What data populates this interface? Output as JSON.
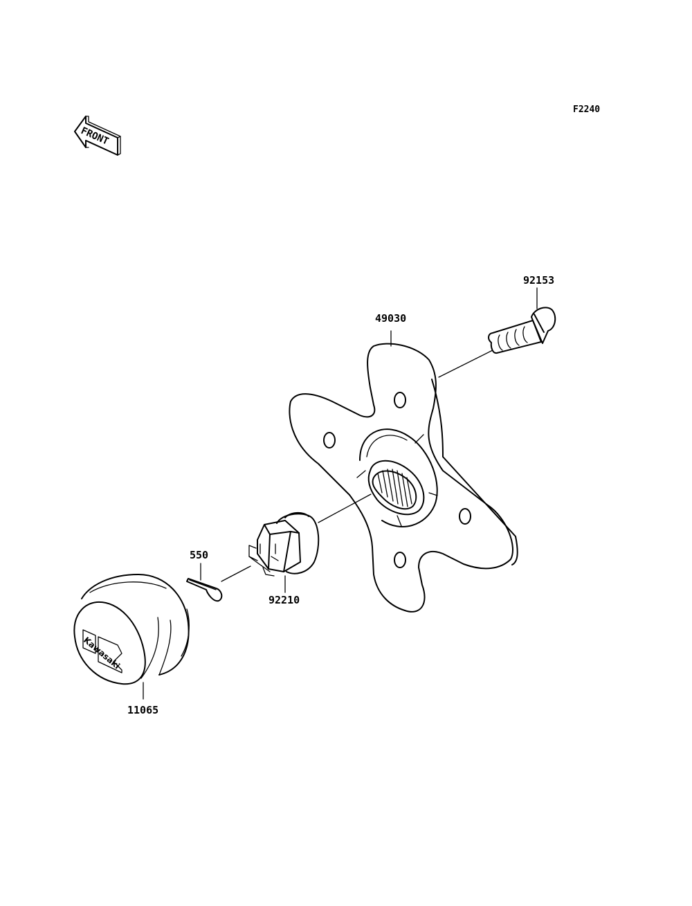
{
  "diagram": {
    "code": "F2240",
    "front_label": "FRONT",
    "parts": {
      "hub": "49030",
      "stud": "92153",
      "nut": "92210",
      "cotter_pin": "550",
      "cap": "11065"
    },
    "logo": {
      "brand_text": "Kawasaki"
    }
  }
}
